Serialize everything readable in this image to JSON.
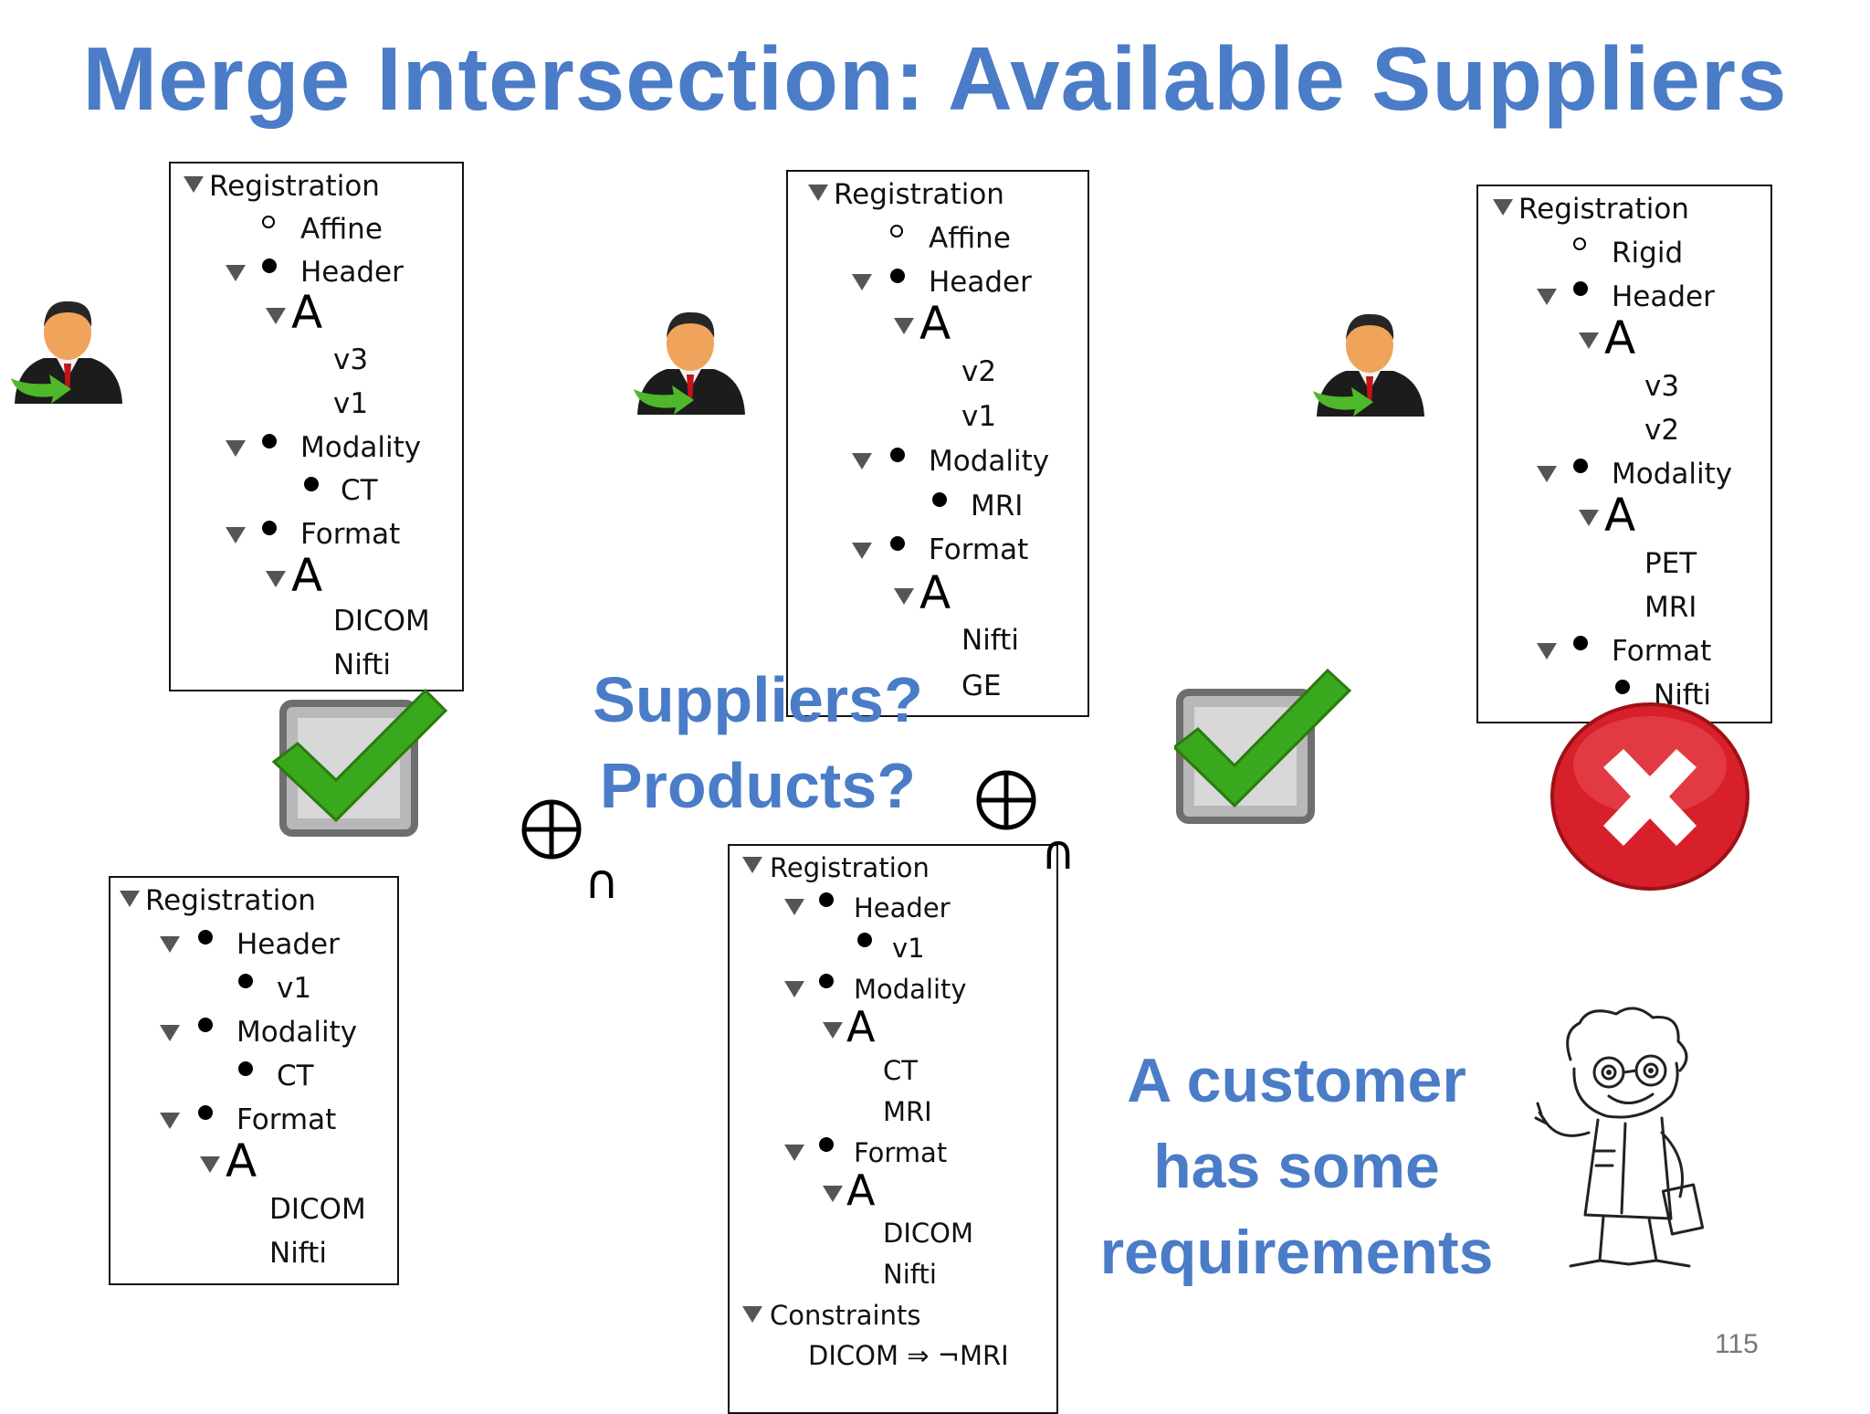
{
  "slide": {
    "title": "Merge Intersection: Available Suppliers",
    "question_line1": "Suppliers?",
    "question_line2": "Products?",
    "customer_line1": "A customer",
    "customer_line2": "has some",
    "customer_line3": "requirements",
    "page_number": "115",
    "intersection_symbol": "∩"
  },
  "colors": {
    "accent_blue": "#4a7cc7",
    "check_green": "#3aa81c",
    "cross_red": "#d8202a"
  },
  "icons": [
    "supplier-icon",
    "checkmark-icon",
    "cross-icon",
    "merge-operator-icon",
    "scientist-icon",
    "alternative-icon"
  ],
  "trees": {
    "supplier1": {
      "root": "Registration",
      "opt": "Affine",
      "header": "Header",
      "header_v1": "v3",
      "header_v2": "v1",
      "modality": "Modality",
      "modality_val": "CT",
      "format": "Format",
      "format_v1": "DICOM",
      "format_v2": "Nifti"
    },
    "supplier2": {
      "root": "Registration",
      "opt": "Affine",
      "header": "Header",
      "header_v1": "v2",
      "header_v2": "v1",
      "modality": "Modality",
      "modality_val": "MRI",
      "format": "Format",
      "format_v1": "Nifti",
      "format_v2": "GE"
    },
    "supplier3": {
      "root": "Registration",
      "opt": "Rigid",
      "header": "Header",
      "header_v1": "v3",
      "header_v2": "v2",
      "modality": "Modality",
      "modality_v1": "PET",
      "modality_v2": "MRI",
      "format": "Format",
      "format_val": "Nifti"
    },
    "result": {
      "root": "Registration",
      "header": "Header",
      "header_val": "v1",
      "modality": "Modality",
      "modality_val": "CT",
      "format": "Format",
      "format_v1": "DICOM",
      "format_v2": "Nifti"
    },
    "customer": {
      "root": "Registration",
      "header": "Header",
      "header_val": "v1",
      "modality": "Modality",
      "modality_v1": "CT",
      "modality_v2": "MRI",
      "format": "Format",
      "format_v1": "DICOM",
      "format_v2": "Nifti",
      "constraints": "Constraints",
      "constraint_1": "DICOM ⇒ ¬MRI"
    }
  }
}
